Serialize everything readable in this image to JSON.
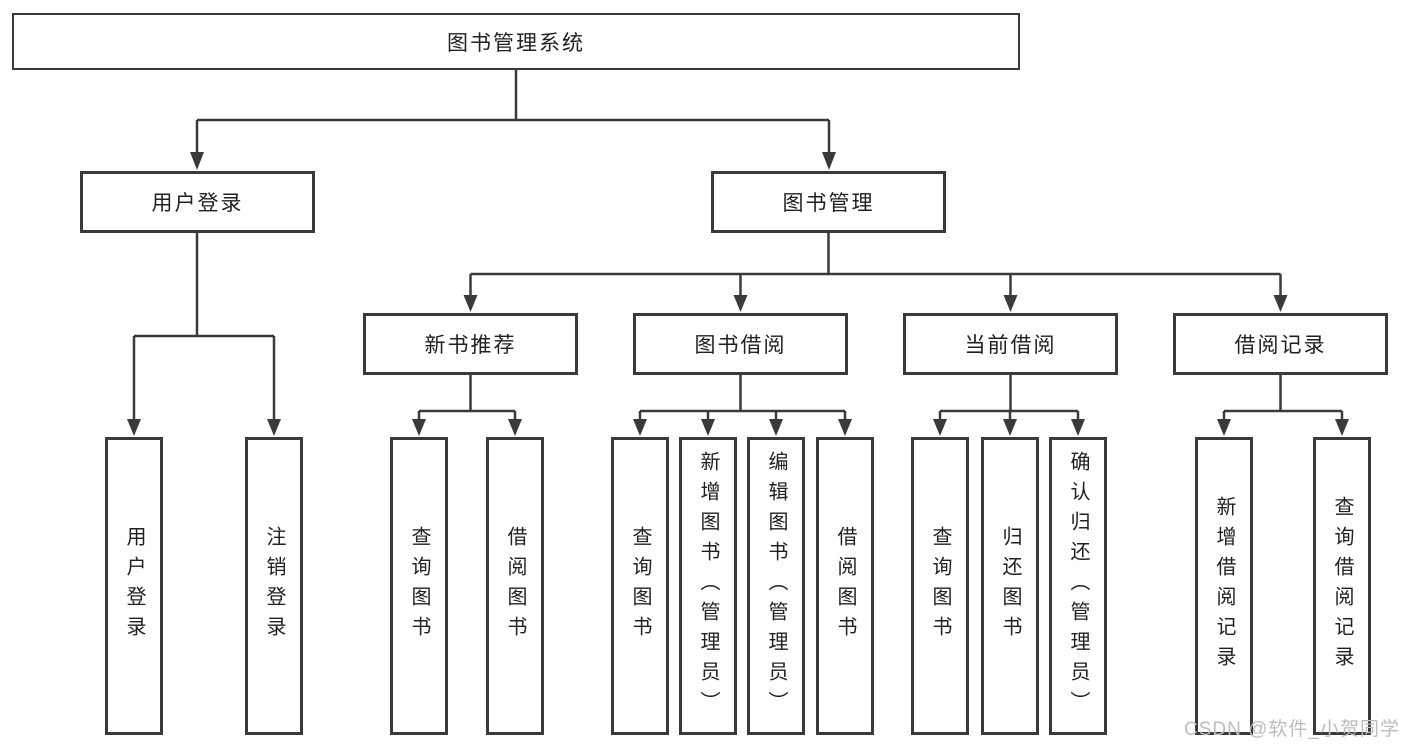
{
  "diagram_type": "hierarchy-tree",
  "watermark": "CSDN @软件_小贺同学",
  "colors": {
    "line": "#3a3a3a",
    "box_border": "#3a3a3a",
    "box_fill": "#ffffff",
    "text": "#212121",
    "watermark": "#bdbdbd",
    "background": "#ffffff"
  },
  "tree": {
    "root": {
      "label": "图书管理系统"
    },
    "branches": [
      {
        "label": "用户登录",
        "children": [
          {
            "label": "用户登录"
          },
          {
            "label": "注销登录"
          }
        ]
      },
      {
        "label": "图书管理",
        "sections": [
          {
            "label": "新书推荐",
            "children": [
              {
                "label": "查询图书"
              },
              {
                "label": "借阅图书"
              }
            ]
          },
          {
            "label": "图书借阅",
            "children": [
              {
                "label": "查询图书"
              },
              {
                "label": "新增图书（管理员）"
              },
              {
                "label": "编辑图书（管理员）"
              },
              {
                "label": "借阅图书"
              }
            ]
          },
          {
            "label": "当前借阅",
            "children": [
              {
                "label": "查询图书"
              },
              {
                "label": "归还图书"
              },
              {
                "label": "确认归还（管理员）"
              }
            ]
          },
          {
            "label": "借阅记录",
            "children": [
              {
                "label": "新增借阅记录"
              },
              {
                "label": "查询借阅记录"
              }
            ]
          }
        ]
      }
    ]
  }
}
